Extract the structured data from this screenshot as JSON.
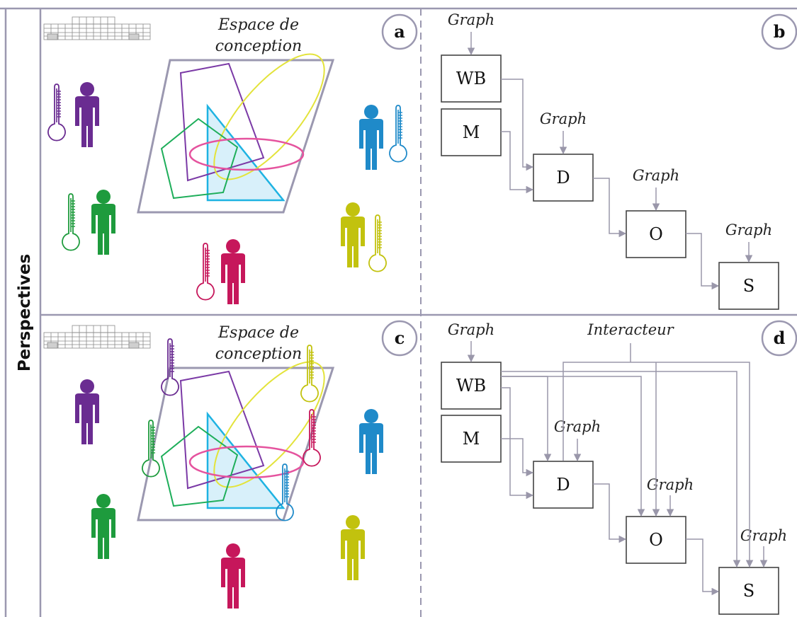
{
  "side_label": "Perspectives",
  "panels": {
    "a": {
      "badge": "a",
      "space_label_1": "Espace de",
      "space_label_2": "conception"
    },
    "b": {
      "badge": "b",
      "labels": [
        "Graph",
        "Graph",
        "Graph",
        "Graph"
      ],
      "nodes": [
        "WB",
        "M",
        "D",
        "O",
        "S"
      ]
    },
    "c": {
      "badge": "c",
      "space_label_1": "Espace de",
      "space_label_2": "conception"
    },
    "d": {
      "badge": "d",
      "labels": [
        "Graph",
        "Graph",
        "Graph",
        "Graph"
      ],
      "interactor": "Interacteur",
      "nodes": [
        "WB",
        "M",
        "D",
        "O",
        "S"
      ]
    }
  },
  "colors": {
    "grid": "#9b98b0",
    "purple": "#6a2c91",
    "blue": "#1f8ac9",
    "green": "#1e9b3d",
    "yellowgreen": "#c2c20e",
    "magenta": "#c6175b",
    "shape_yellow": "#e3e33b",
    "shape_pink": "#e5539e",
    "shape_cyan": "#1fb3e2",
    "shape_green": "#1eae5a",
    "shape_purple": "#7b3aa6",
    "arrow": "#9a97aa"
  },
  "icons": [
    "building-sketch",
    "person",
    "thermometer"
  ]
}
